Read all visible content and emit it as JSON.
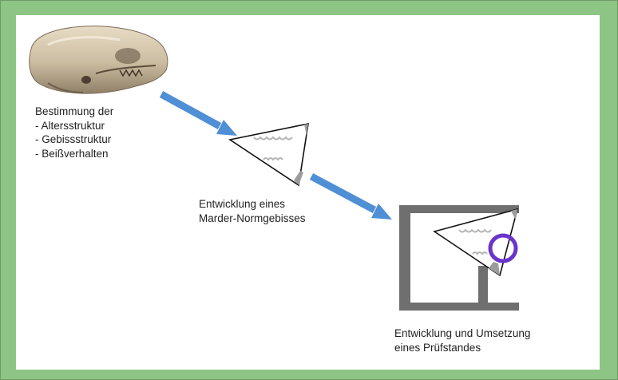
{
  "step1": {
    "title": "Bestimmung der",
    "items": [
      "- Altersstruktur",
      "- Gebissstruktur",
      "- Beißverhalten"
    ]
  },
  "step2": {
    "lines": [
      "Entwicklung eines",
      "Marder-Normgebisses"
    ]
  },
  "step3": {
    "lines": [
      "Entwicklung und Umsetzung",
      "eines Prüfstandes"
    ]
  },
  "colors": {
    "background": "#8dc584",
    "panel": "#ffffff",
    "arrow": "#4f8fd6",
    "rig": "#6f6f6f",
    "ring": "#6a35c9",
    "teeth": "#9c9c9c"
  },
  "icons": {
    "skull": "marten-skull-photo",
    "bite_model": "standard-bite-jaw-icon",
    "test_rig": "test-rig-frame-icon"
  }
}
